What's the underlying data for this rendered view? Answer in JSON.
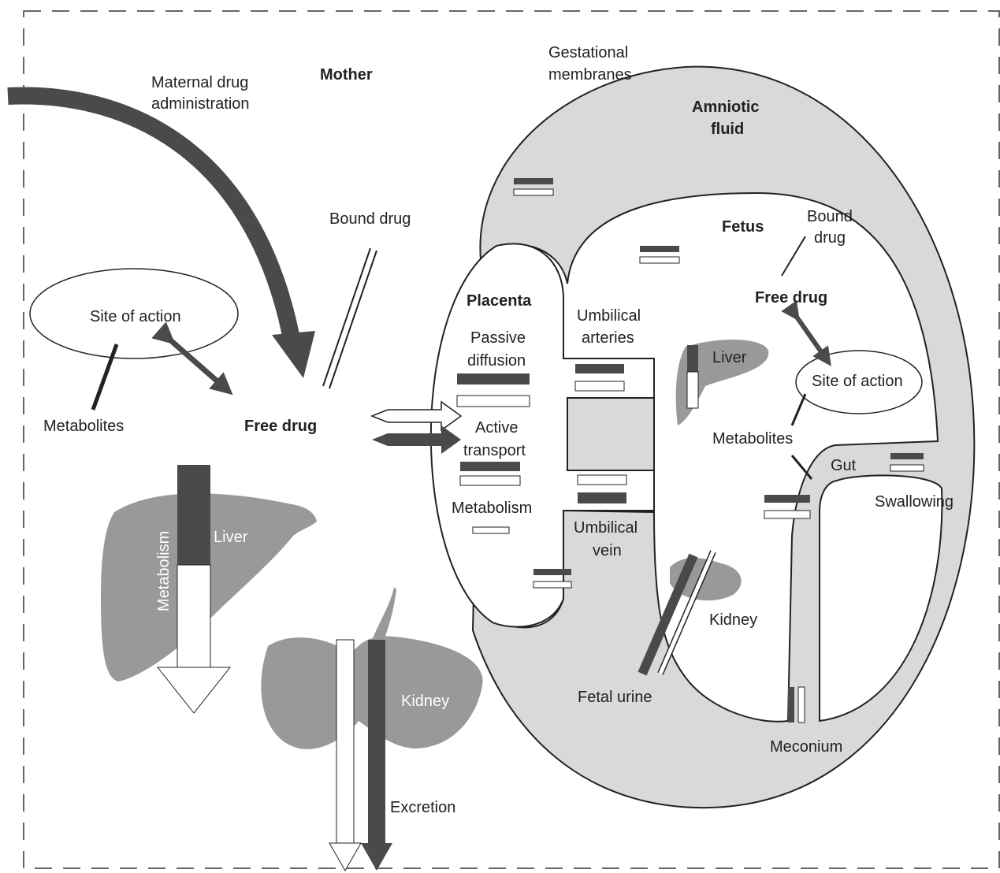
{
  "labels": {
    "maternal_drug_admin_1": "Maternal drug",
    "maternal_drug_admin_2": "administration",
    "mother": "Mother",
    "gestational_1": "Gestational",
    "gestational_2": "membranes",
    "amniotic_1": "Amniotic",
    "amniotic_2": "fluid",
    "bound_drug_mother": "Bound drug",
    "fetus": "Fetus",
    "bound_drug_fetus_1": "Bound",
    "bound_drug_fetus_2": "drug",
    "site_of_action_mother": "Site of action",
    "metabolites_mother": "Metabolites",
    "free_drug_mother": "Free drug",
    "placenta": "Placenta",
    "passive_1": "Passive",
    "passive_2": "diffusion",
    "active_1": "Active",
    "active_2": "transport",
    "placenta_metabolism": "Metabolism",
    "umbilical_arteries_1": "Umbilical",
    "umbilical_arteries_2": "arteries",
    "umbilical_vein_1": "Umbilical",
    "umbilical_vein_2": "vein",
    "free_drug_fetus": "Free drug",
    "liver_fetus": "Liver",
    "site_of_action_fetus": "Site of action",
    "metabolites_fetus": "Metabolites",
    "gut": "Gut",
    "swallowing": "Swallowing",
    "kidney_fetus": "Kidney",
    "fetal_urine": "Fetal urine",
    "meconium": "Meconium",
    "metabolism_mother": "Metabolism",
    "liver_mother": "Liver",
    "kidney_mother": "Kidney",
    "excretion": "Excretion"
  },
  "colors": {
    "dark_arrow": "#4a4a4a",
    "organ_fill": "#999999",
    "fetal_compartment": "#d9d9d9",
    "outline": "#222222"
  }
}
